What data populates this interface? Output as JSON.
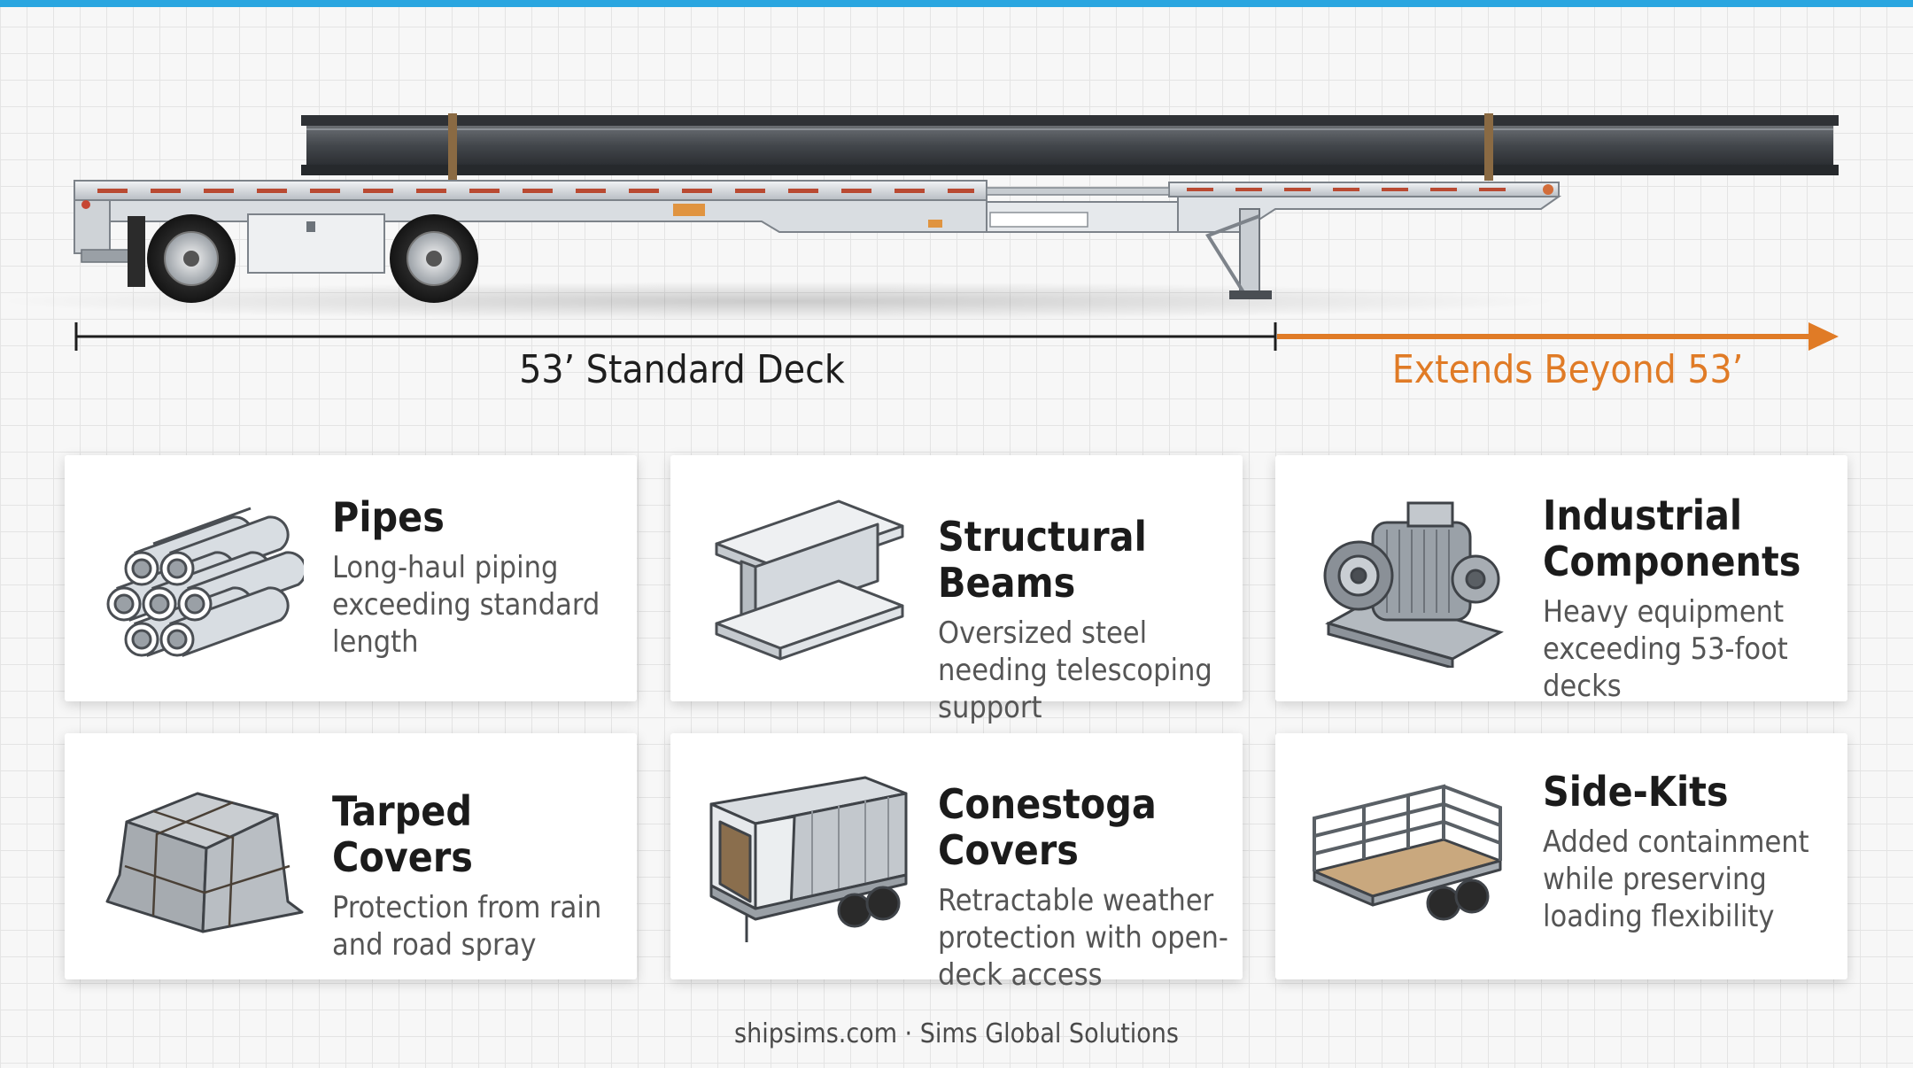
{
  "diagram": {
    "standard_label": "53’ Standard Deck",
    "extension_label": "Extends Beyond 53’"
  },
  "cards": [
    {
      "title": "Pipes",
      "description": "Long-haul piping exceeding standard length",
      "icon": "pipes-icon"
    },
    {
      "title": "Structural Beams",
      "description": "Oversized steel needing telescoping support",
      "icon": "i-beam-icon"
    },
    {
      "title": "Industrial Components",
      "description": "Heavy equipment exceeding 53-foot decks",
      "icon": "industrial-motor-icon"
    },
    {
      "title": "Tarped Covers",
      "description": "Protection from rain and road spray",
      "icon": "tarped-load-icon"
    },
    {
      "title": "Conestoga Covers",
      "description": "Retractable weather protection with open-deck access",
      "icon": "conestoga-trailer-icon"
    },
    {
      "title": "Side-Kits",
      "description": "Added containment while preserving loading flexibility",
      "icon": "side-kit-trailer-icon"
    }
  ],
  "footer": {
    "text": "shipsims.com · Sims Global Solutions"
  },
  "colors": {
    "accent_blue": "#2aa6e0",
    "extension_orange": "#e07b26",
    "dark_text": "#1b1b1b",
    "muted_text": "#555555"
  }
}
